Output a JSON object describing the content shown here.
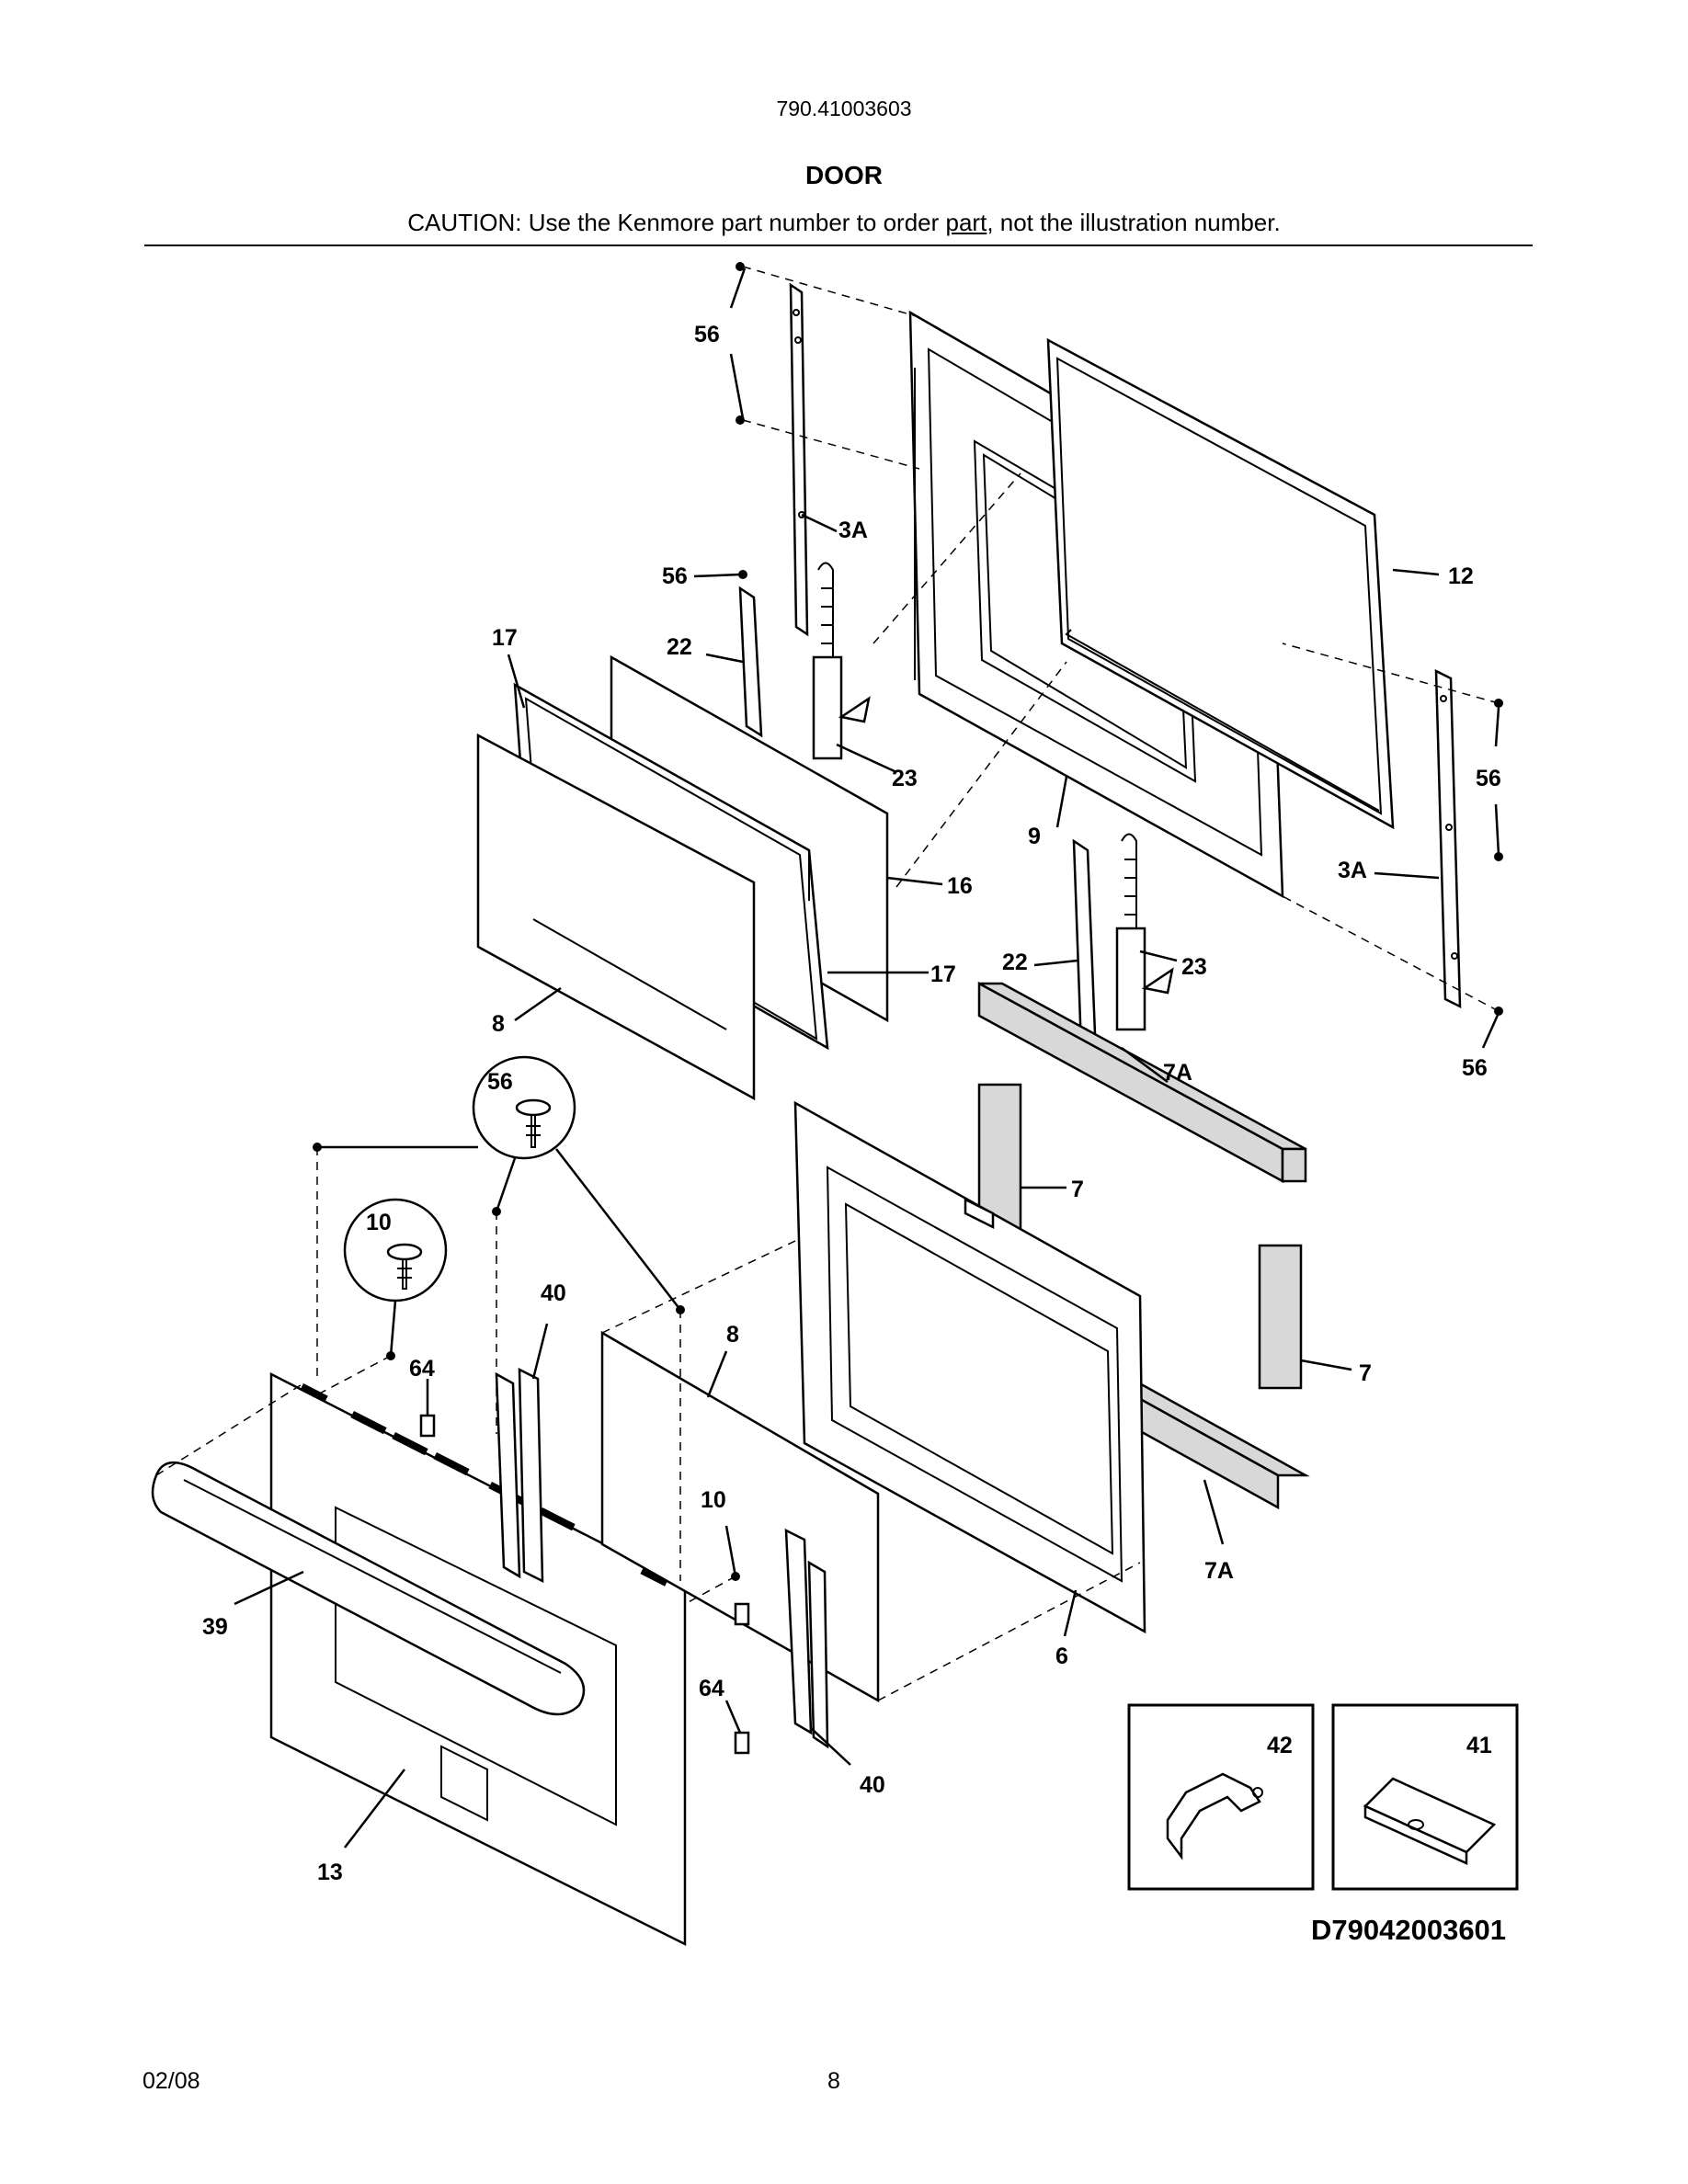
{
  "header": {
    "model_number": "790.41003603",
    "section_title": "DOOR",
    "caution_prefix": "CAUTION: Use the Kenmore part number to order ",
    "caution_underlined": "part",
    "caution_suffix": ", not the illustration number."
  },
  "diagram": {
    "callouts": [
      "56",
      "3A",
      "56",
      "17",
      "22",
      "23",
      "12",
      "9",
      "56",
      "3A",
      "16",
      "22",
      "23",
      "17",
      "8",
      "56",
      "7A",
      "56",
      "7",
      "10",
      "40",
      "8",
      "7",
      "64",
      "10",
      "39",
      "7A",
      "6",
      "64",
      "40",
      "13",
      "42",
      "41"
    ],
    "inset_labels": [
      "42",
      "41"
    ],
    "drawing_code": "D79042003601"
  },
  "footer": {
    "date": "02/08",
    "page_number": "8"
  }
}
